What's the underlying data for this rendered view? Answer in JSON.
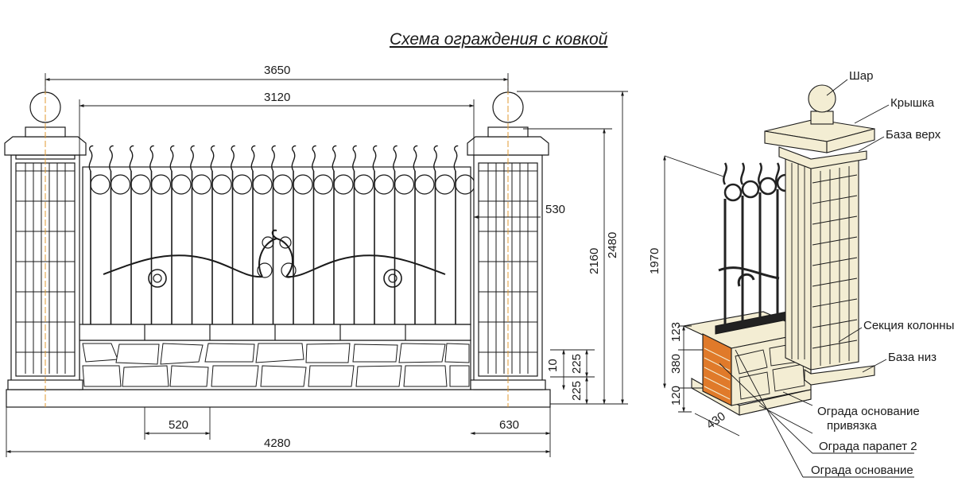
{
  "title": "Схема ограждения с ковкой",
  "dimensions": {
    "d3650": "3650",
    "d3120": "3120",
    "d530": "530",
    "d2160": "2160",
    "d2480": "2480",
    "d10": "10",
    "d225a": "225",
    "d225b": "225",
    "d520": "520",
    "d630": "630",
    "d4280": "4280",
    "d1970": "1970",
    "d123": "123",
    "d380": "380",
    "d120": "120",
    "d430": "430"
  },
  "callouts": {
    "ball": "Шар",
    "cap": "Крышка",
    "base_top": "База верх",
    "column_section": "Секция колонны",
    "base_bottom": "База низ",
    "fence_base_binding_1": "Ограда основание",
    "fence_base_binding_2": "привязка",
    "fence_parapet": "Ограда парапет 2",
    "fence_base": "Ограда основание"
  },
  "colors": {
    "line": "#1a1a1a",
    "stone_fill": "#f3edd3",
    "column_fill": "#f3edd3",
    "brick": "#e07a2a",
    "metal": "#222222",
    "axis": "#e09a30"
  }
}
